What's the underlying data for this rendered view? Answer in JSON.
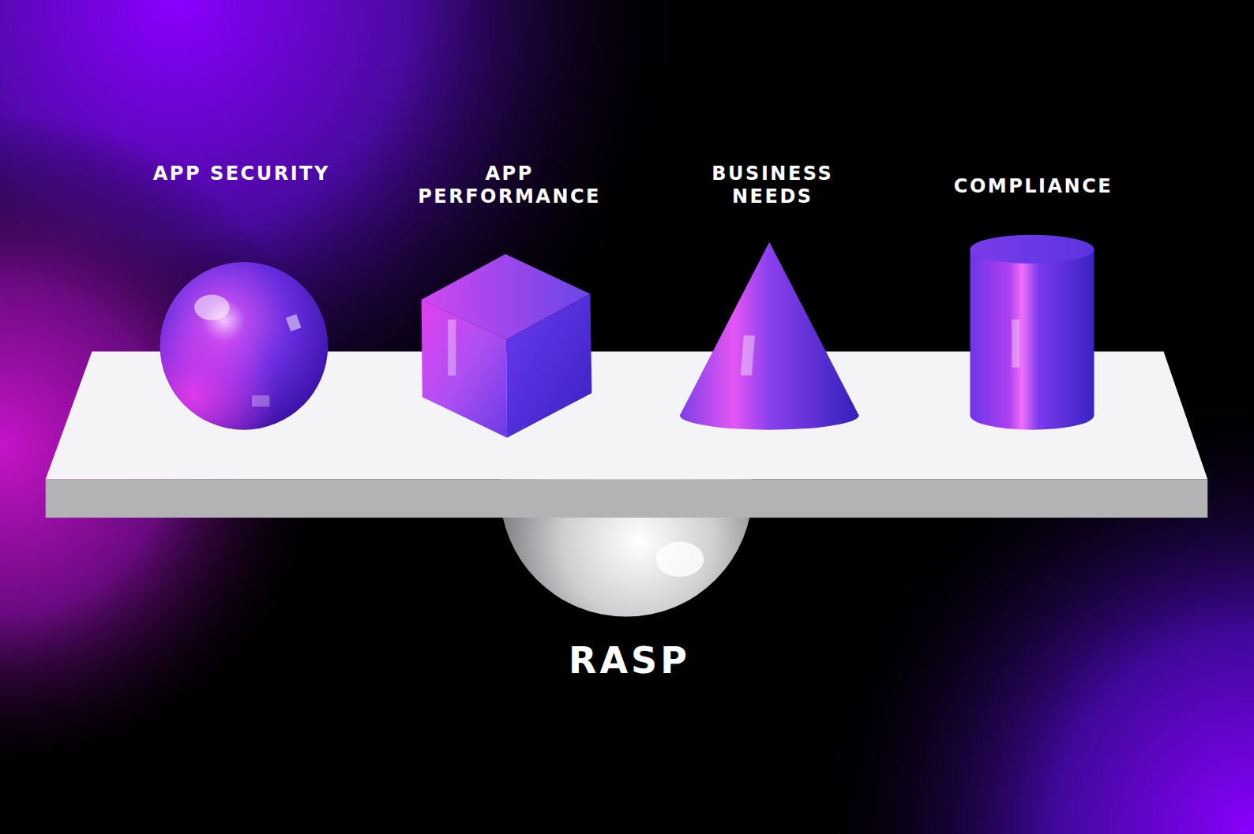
{
  "diagram": {
    "labels": [
      "APP SECURITY",
      "APP PERFORMANCE",
      "BUSINESS NEEDS",
      "COMPLIANCE",
      "RASP"
    ]
  }
}
